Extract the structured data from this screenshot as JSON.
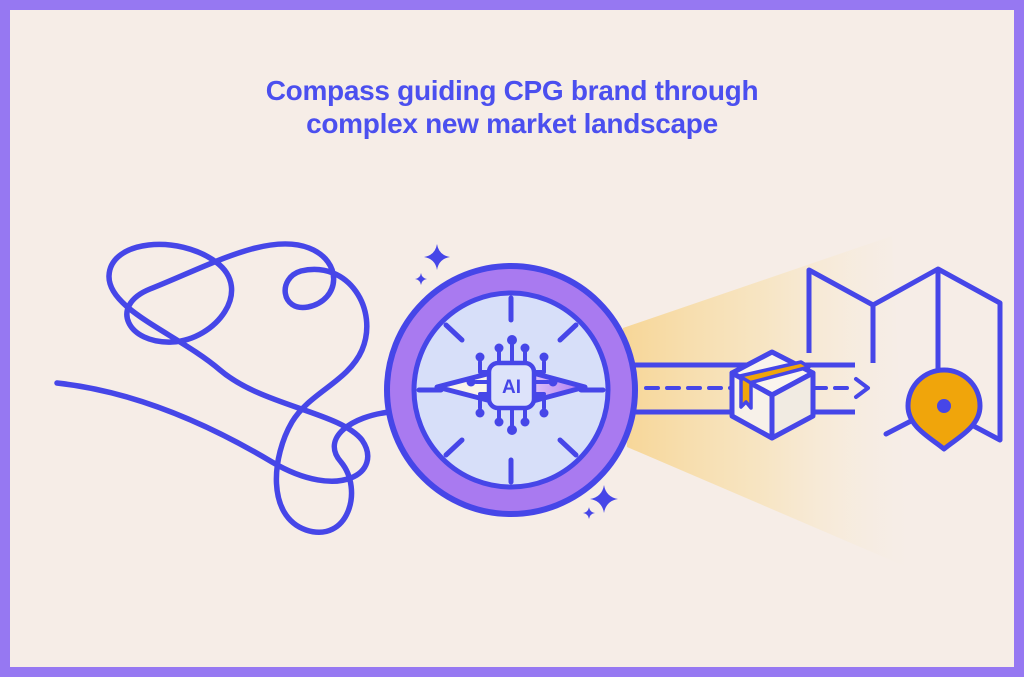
{
  "title": {
    "line1": "Compass guiding CPG brand through",
    "line2": "complex new market landscape"
  },
  "compass": {
    "chip_label": "AI"
  },
  "icons": {
    "tangle": "tangled-thread",
    "compass": "compass-dial",
    "ai_chip": "ai-microchip",
    "sparkles": "four-point-stars",
    "beam": "light-beam",
    "route": "dashed-arrow-route",
    "package": "cardboard-box",
    "map": "folded-map",
    "pin": "location-pin"
  },
  "colors": {
    "page_bg": "#F6EDE7",
    "frame": "#9678F2",
    "title_text": "#4B4FEF",
    "outline_blue": "#4646E8",
    "ring_purple": "#A97AF0",
    "compass_face": "#D7DFF9",
    "chip_fill": "#DDE3FA",
    "needle_cream": "#FBF5EA",
    "needle_purple": "#AE76F0",
    "beam_yellow": "#F7D593",
    "accent_orange": "#F0A50B",
    "box_face": "#F7F1E9",
    "box_face_dark": "#F1EBE2",
    "box_top": "#FAF5EE"
  }
}
